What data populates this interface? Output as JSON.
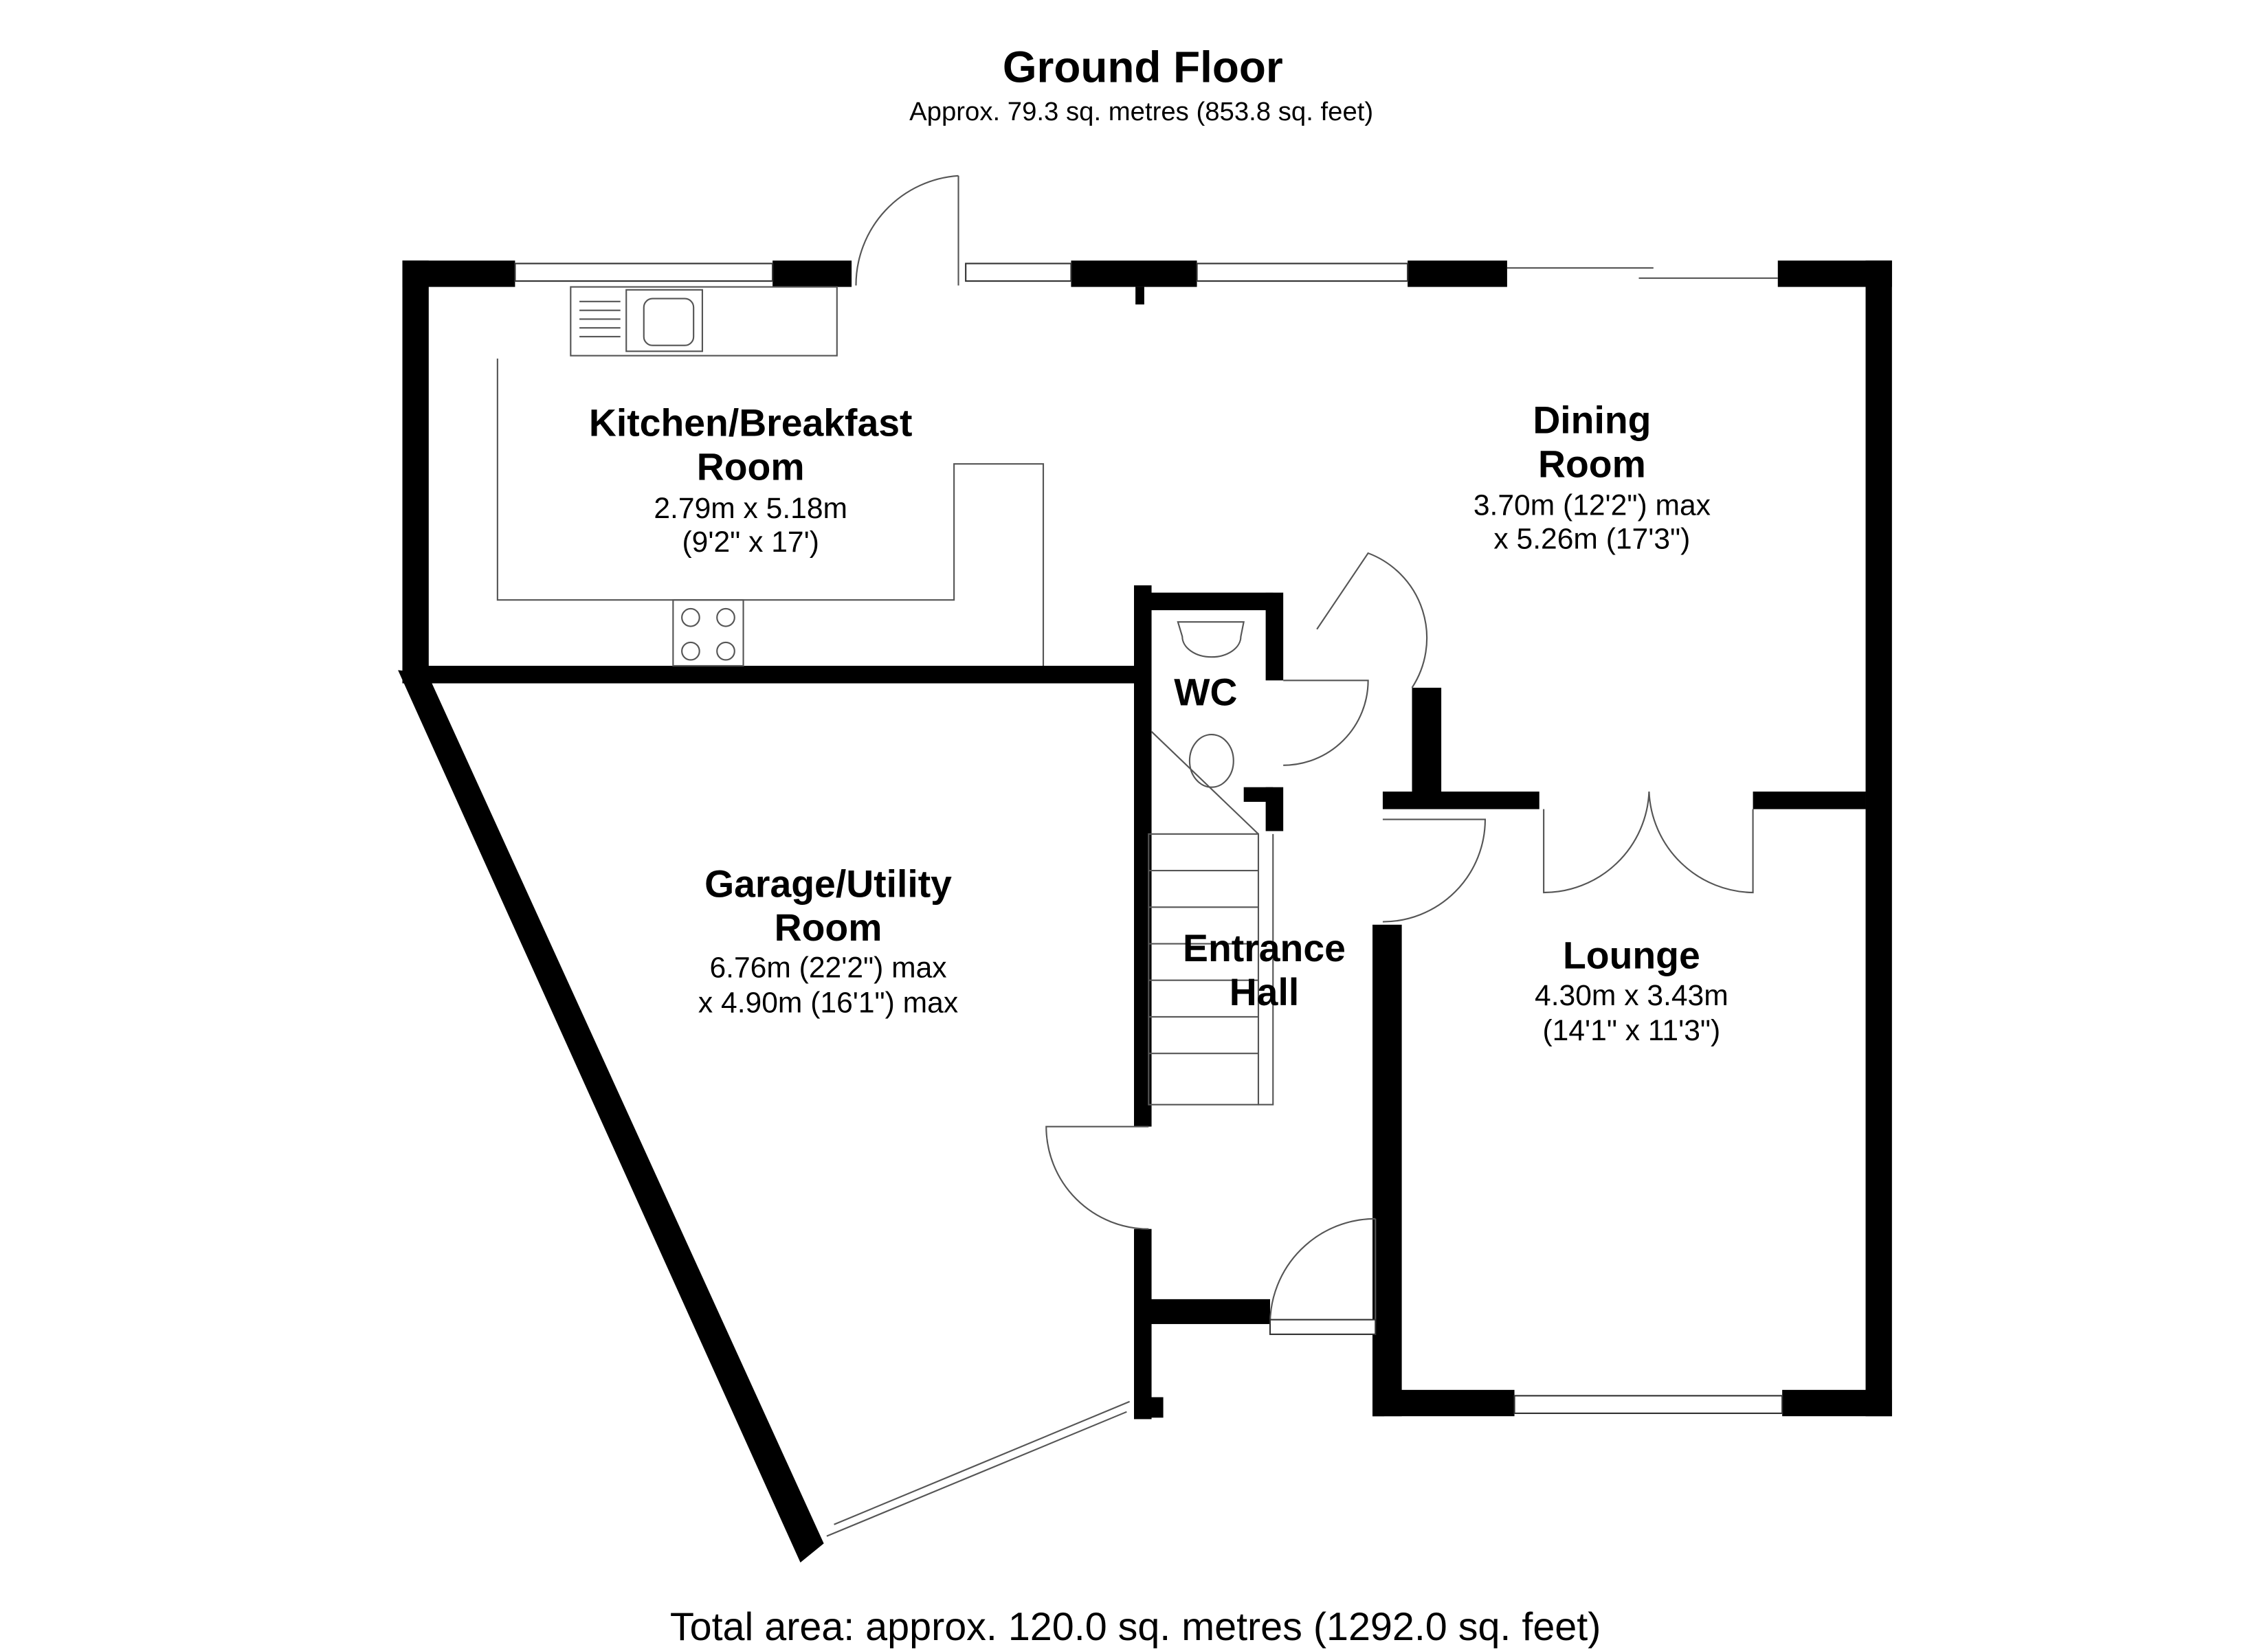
{
  "header": {
    "title": "Ground Floor",
    "subtitle": "Approx. 79.3 sq. metres (853.8 sq. feet)"
  },
  "rooms": {
    "kitchen": {
      "name_line1": "Kitchen/Breakfast",
      "name_line2": "Room",
      "dim1": "2.79m x 5.18m",
      "dim2": "(9'2\" x 17')"
    },
    "dining": {
      "name_line1": "Dining",
      "name_line2": "Room",
      "dim1": "3.70m (12'2\") max",
      "dim2": "x 5.26m (17'3\")"
    },
    "wc": {
      "name_line1": "WC"
    },
    "garage": {
      "name_line1": "Garage/Utility",
      "name_line2": "Room",
      "dim1": "6.76m (22'2\") max",
      "dim2": "x 4.90m (16'1\") max"
    },
    "hall": {
      "name_line1": "Entrance",
      "name_line2": "Hall"
    },
    "lounge": {
      "name_line1": "Lounge",
      "dim1": "4.30m x 3.43m",
      "dim2": "(14'1\" x 11'3\")"
    }
  },
  "footer": {
    "total": "Total area: approx. 120.0 sq. metres (1292.0 sq. feet)"
  }
}
